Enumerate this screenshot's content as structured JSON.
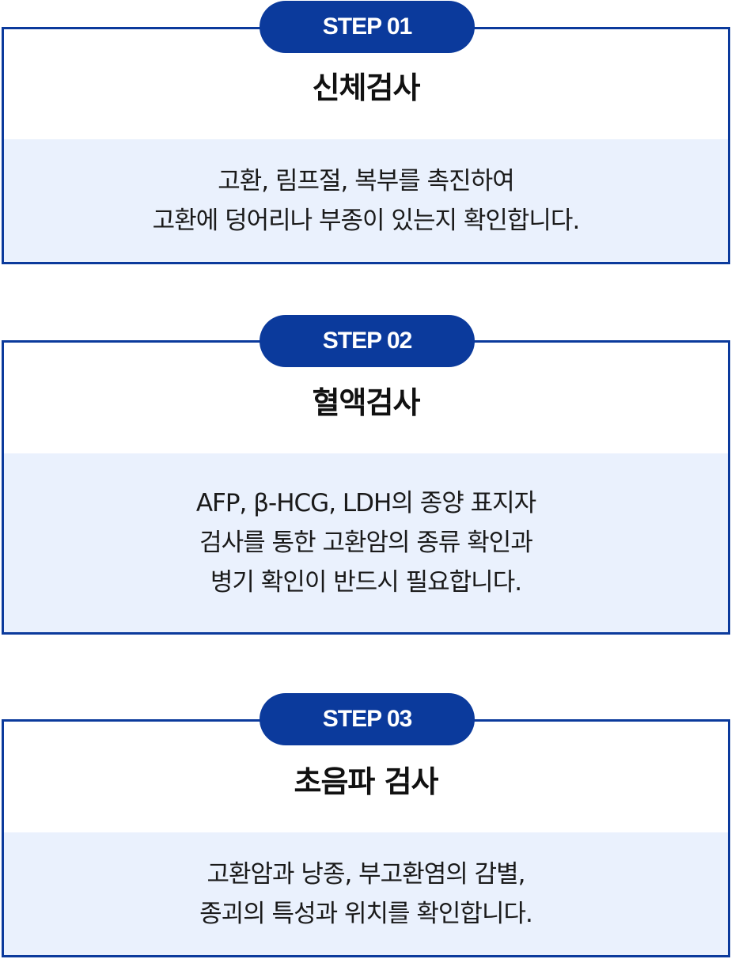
{
  "steps": [
    {
      "badge": "STEP 01",
      "title": "신체검사",
      "lines": [
        "고환, 림프절, 복부를 촉진하여",
        "고환에 덩어리나 부종이 있는지 확인합니다."
      ]
    },
    {
      "badge": "STEP 02",
      "title": "혈액검사",
      "lines": [
        "AFP, β-HCG, LDH의 종양 표지자",
        "검사를 통한 고환암의 종류 확인과",
        "병기 확인이 반드시 필요합니다."
      ]
    },
    {
      "badge": "STEP 03",
      "title": "초음파 검사",
      "lines": [
        "고환암과 낭종, 부고환염의 감별,",
        "종괴의 특성과 위치를 확인합니다."
      ]
    }
  ],
  "colors": {
    "accent": "#0b3a9c",
    "desc_background": "#eaf1fd"
  }
}
